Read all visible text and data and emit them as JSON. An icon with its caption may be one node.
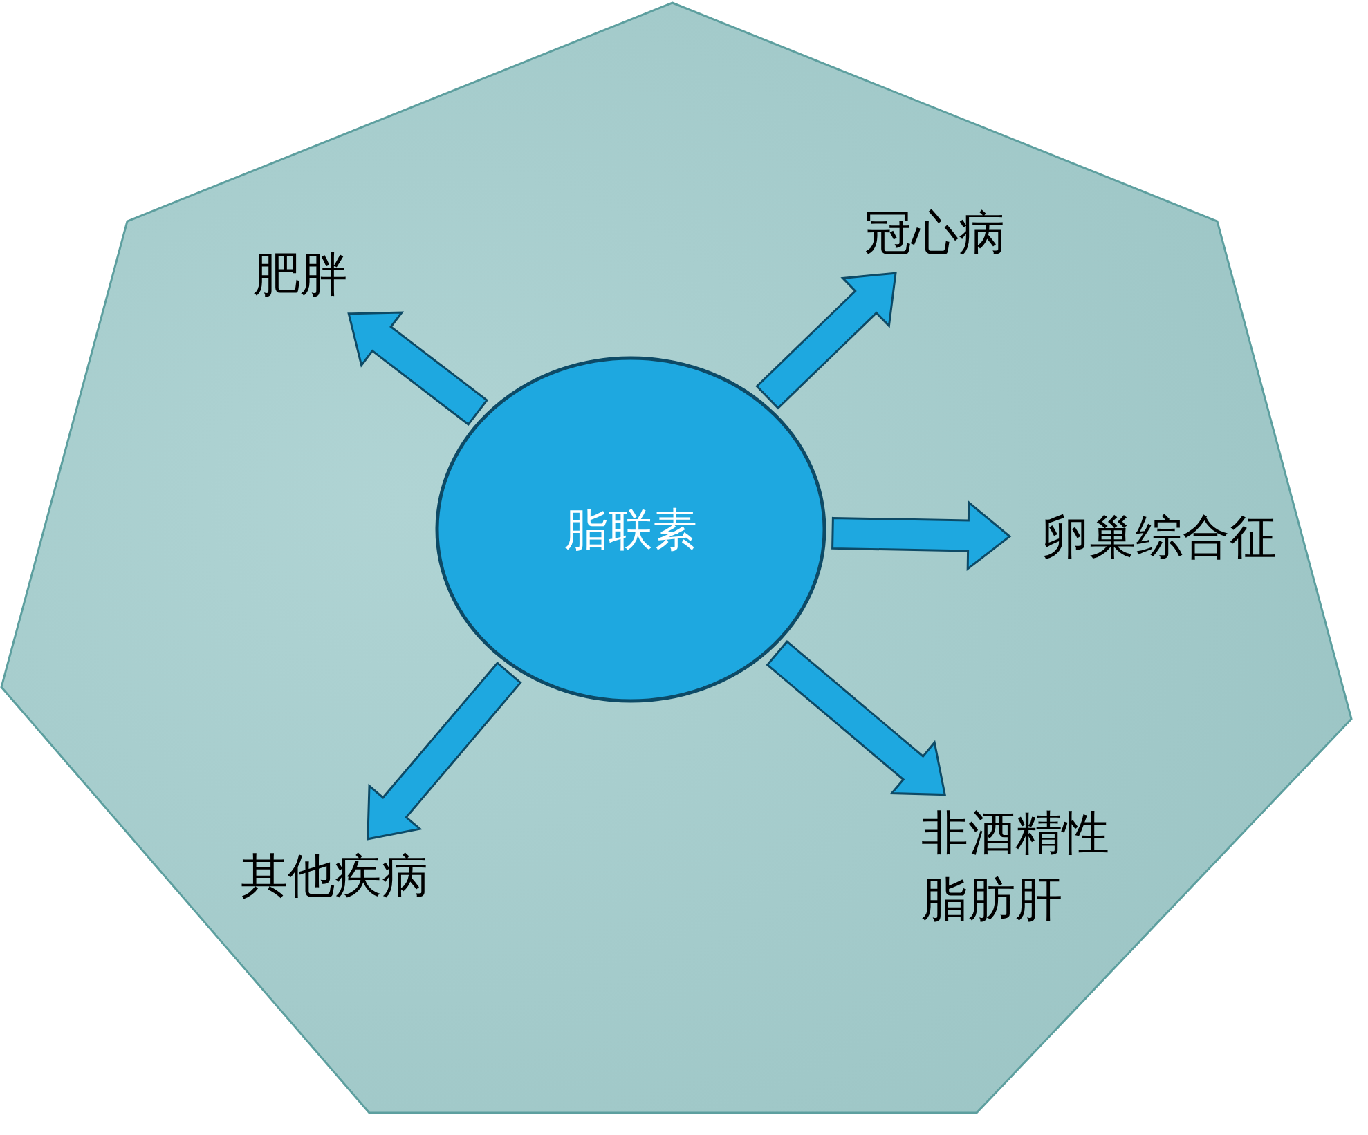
{
  "diagram": {
    "nodes": [
      {
        "text": [],
        "shape": "heptagon"
      },
      {
        "text": [
          "脂联素"
        ],
        "in": 0
      },
      {
        "text": [
          "肥胖"
        ],
        "in": 0
      },
      {
        "text": [
          "冠心病"
        ],
        "in": 0
      },
      {
        "text": [
          "卵巢综合征"
        ],
        "in": 0
      },
      {
        "text": [
          "非酒精性脂肪肝"
        ],
        "in": 0
      },
      {
        "text": [
          "其他疾病"
        ],
        "in": 0
      }
    ],
    "edges": [
      {
        "from": 1,
        "to": 2,
        "arrow": "to"
      },
      {
        "from": 1,
        "to": 3,
        "arrow": "to"
      },
      {
        "from": 1,
        "to": 4,
        "arrow": "to"
      },
      {
        "from": 1,
        "to": 5,
        "arrow": "to"
      },
      {
        "from": 1,
        "to": 6,
        "arrow": "to"
      }
    ]
  }
}
